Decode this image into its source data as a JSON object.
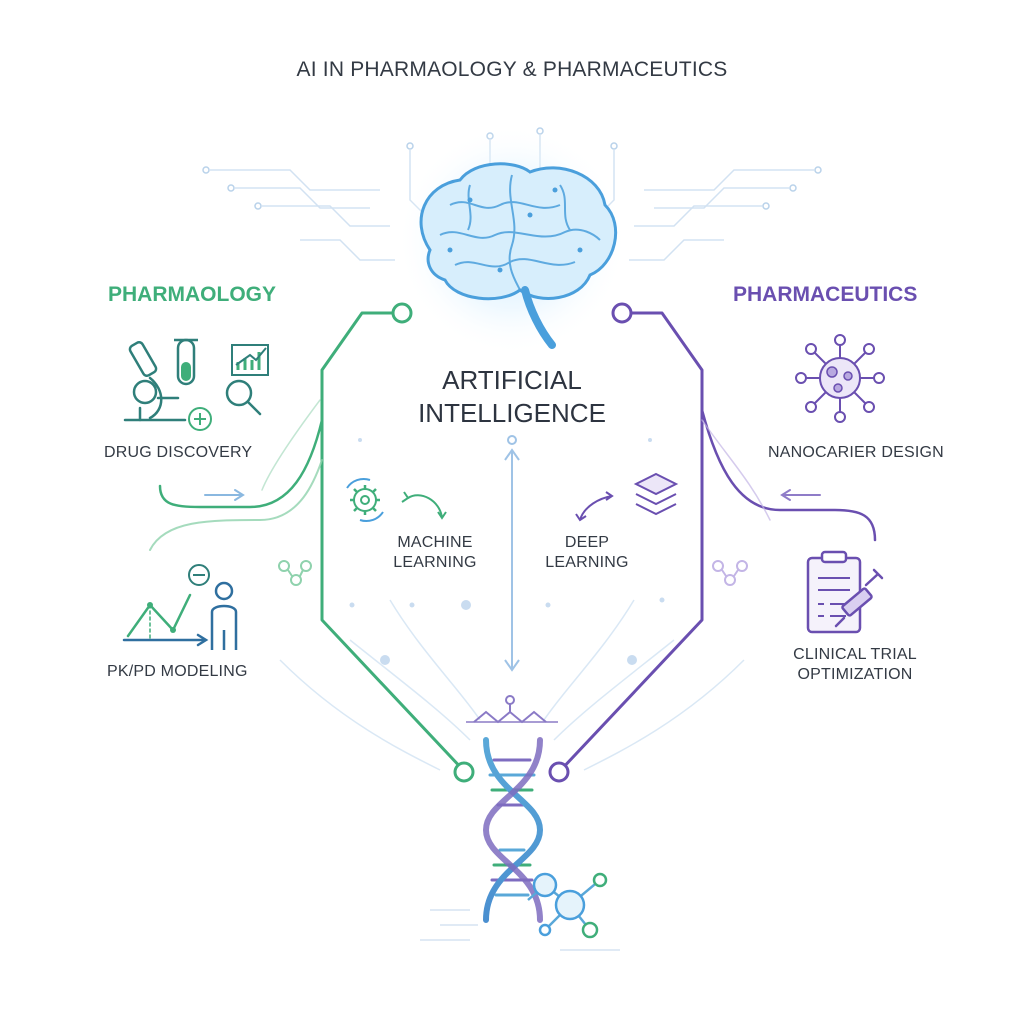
{
  "title": "AI IN PHARMAOLOGY & PHARMACEUTICS",
  "left": {
    "heading": "PHARMAOLOGY",
    "items": [
      "DRUG DISCOVERY",
      "PK/PD MODELING"
    ]
  },
  "right": {
    "heading": "PHARMACEUTICS",
    "items": [
      "NANOCARIER DESIGN",
      "CLINICAL TRIAL\nOPTIMIZATION"
    ]
  },
  "center": {
    "title": "ARTIFICIAL\nINTELLIGENCE",
    "methods": [
      "MACHINE\nLEARNING",
      "DEEP\nLEARNING"
    ]
  },
  "icons": {
    "top": "brain-circuit-icon",
    "bottom": "dna-helix-icon",
    "drug_discovery": [
      "microscope-icon",
      "test-tube-icon",
      "growth-chart-icon",
      "magnifier-icon",
      "plus-icon"
    ],
    "pkpd": [
      "pk-curve-icon",
      "person-icon",
      "minus-icon"
    ],
    "nanocarrier": "nanoparticle-icon",
    "clinical": [
      "clipboard-icon",
      "syringe-icon"
    ],
    "machine_learning": "gear-cycle-icon",
    "deep_learning": "layers-icon"
  },
  "colors": {
    "pharmacology": "#3fae7a",
    "pharmaceutics": "#6a4fb0",
    "ai": "#4a9fdc",
    "text": "#333a44"
  }
}
